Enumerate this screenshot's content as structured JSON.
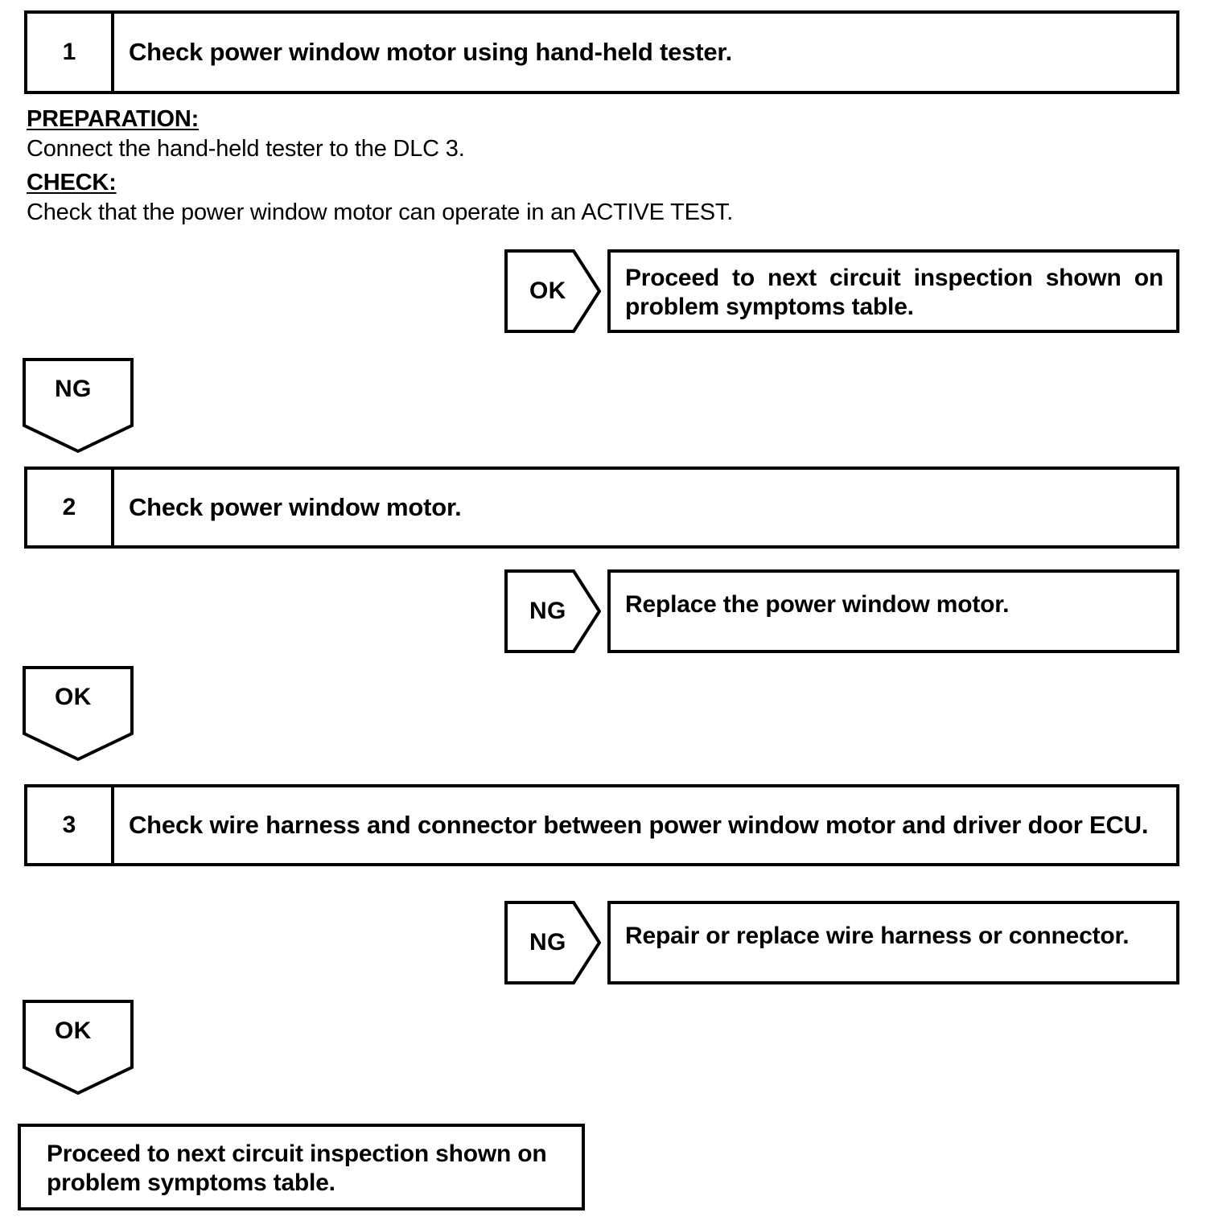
{
  "document": {
    "type": "automotive-troubleshooting-flowchart",
    "title": "Power Window Motor Circuit Inspection"
  },
  "steps": [
    {
      "number": "1",
      "title": "Check power window motor using hand-held tester."
    },
    {
      "number": "2",
      "title": "Check power window motor."
    },
    {
      "number": "3",
      "title": "Check wire harness and connector between power window motor and driver door ECU."
    }
  ],
  "detail": {
    "preparation_heading": "PREPARATION:",
    "preparation_text": "Connect the hand-held tester to the DLC 3.",
    "check_heading": "CHECK:",
    "check_text": "Check that the power window motor can operate in an ACTIVE TEST."
  },
  "branches": {
    "step1_ok": {
      "label": "OK",
      "result": "Proceed to next circuit inspection shown on problem symptoms table."
    },
    "step1_ng": {
      "label": "NG"
    },
    "step2_ng": {
      "label": "NG",
      "result": "Replace the power window motor."
    },
    "step2_ok": {
      "label": "OK"
    },
    "step3_ng": {
      "label": "NG",
      "result": "Repair or replace wire harness or connector."
    },
    "step3_ok": {
      "label": "OK"
    }
  },
  "conclusion": {
    "text": "Proceed to next circuit inspection shown on problem symptoms table."
  },
  "colors": {
    "ink": "#000000",
    "paper": "#ffffff"
  }
}
